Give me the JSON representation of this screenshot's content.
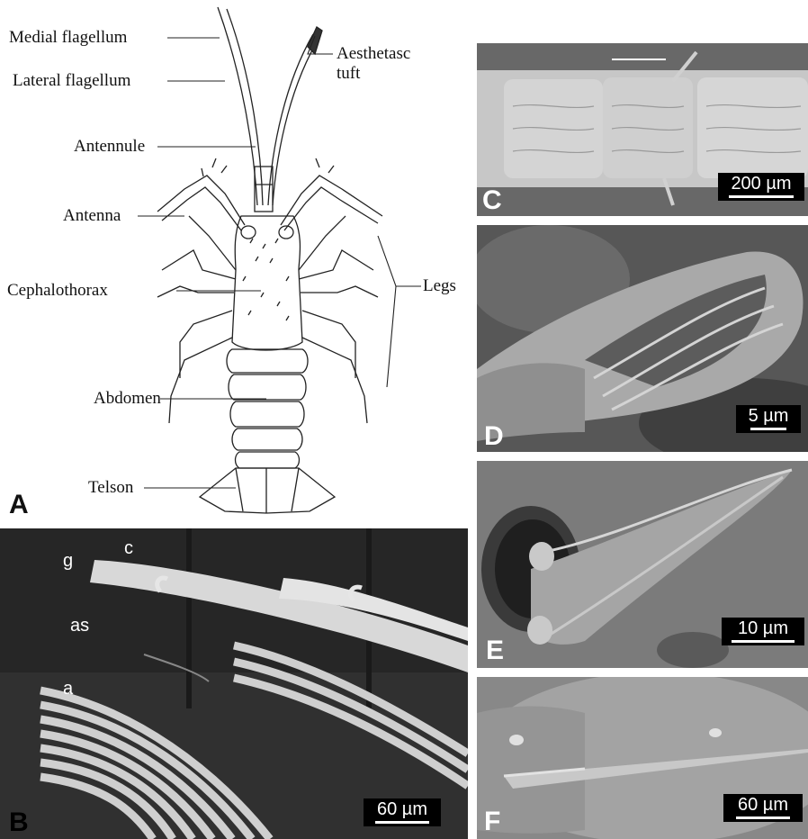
{
  "panel_A": {
    "letter": "A",
    "labels": {
      "medial_flagellum": "Medial flagellum",
      "lateral_flagellum": "Lateral flagellum",
      "aesthetasc_tuft_1": "Aesthetasc",
      "aesthetasc_tuft_2": "tuft",
      "antennule": "Antennule",
      "antenna": "Antenna",
      "cephalothorax": "Cephalothorax",
      "legs": "Legs",
      "abdomen": "Abdomen",
      "telson": "Telson"
    }
  },
  "panel_B": {
    "letter": "B",
    "scale": "60 µm",
    "points": {
      "c": "c",
      "g": "g",
      "as": "as",
      "a": "a"
    }
  },
  "panel_C": {
    "letter": "C",
    "scale": "200 µm"
  },
  "panel_D": {
    "letter": "D",
    "scale": "5 µm"
  },
  "panel_E": {
    "letter": "E",
    "scale": "10 µm"
  },
  "panel_F": {
    "letter": "F",
    "scale": "60 µm"
  }
}
